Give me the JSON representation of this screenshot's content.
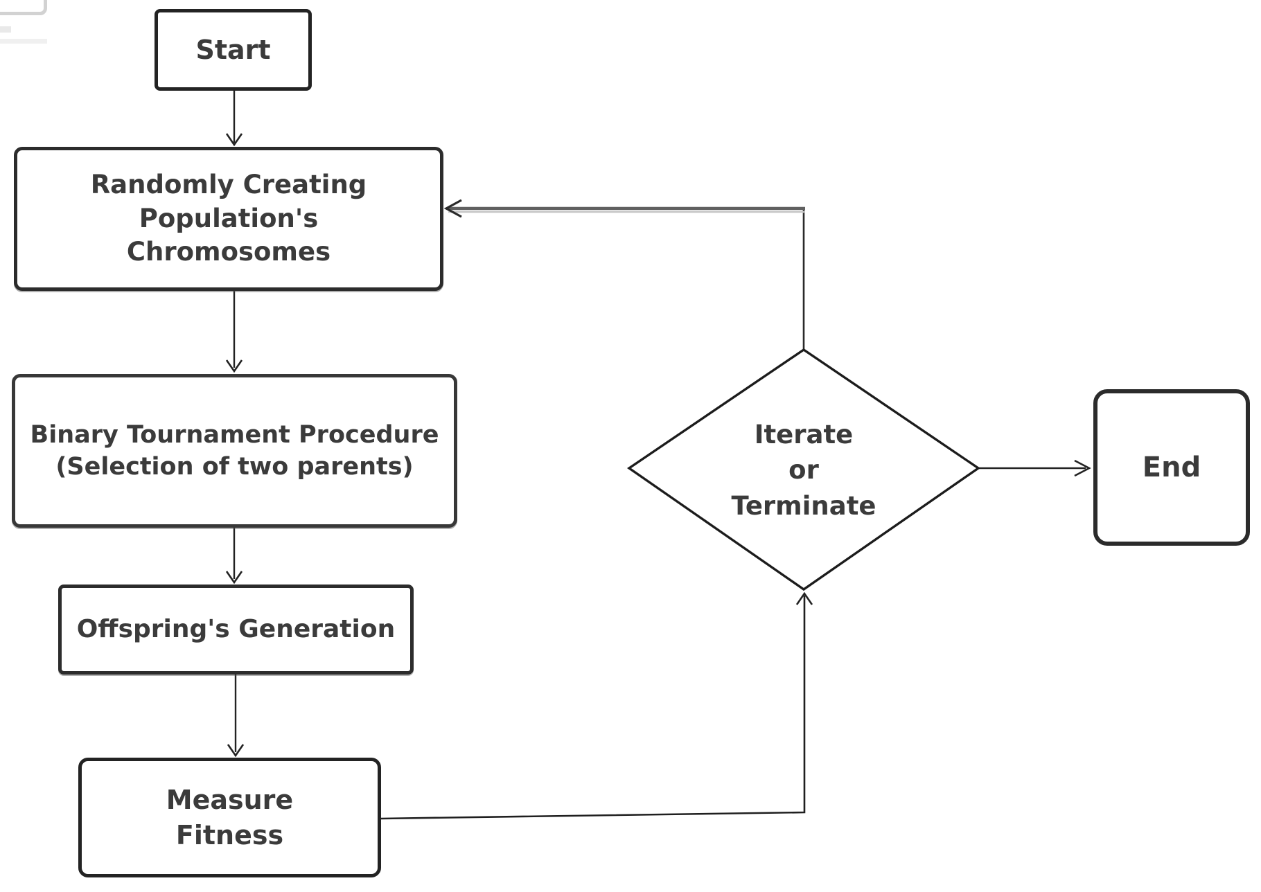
{
  "diagram": {
    "background": "#ffffff",
    "colors": {
      "node_border": "#2c2c2c",
      "node_fill": "#ffffff",
      "text": "#3b3b3b",
      "connector": "#222222",
      "loop_connector": "#606060"
    },
    "nodes": {
      "start": {
        "type": "terminator",
        "label": "Start"
      },
      "create_population": {
        "type": "process",
        "label": "Randomly Creating\nPopulation's\nChromosomes"
      },
      "binary_tournament": {
        "type": "process",
        "label": "Binary Tournament Procedure\n(Selection of two parents)"
      },
      "offspring_generation": {
        "type": "process",
        "label": "Offspring's Generation"
      },
      "measure_fitness": {
        "type": "process",
        "label": "Measure\nFitness"
      },
      "iterate_or_terminate": {
        "type": "decision",
        "label": "Iterate\nor\nTerminate"
      },
      "end": {
        "type": "terminator",
        "label": "End"
      }
    },
    "edges": [
      {
        "from": "start",
        "to": "create_population",
        "direction": "down"
      },
      {
        "from": "create_population",
        "to": "binary_tournament",
        "direction": "down"
      },
      {
        "from": "binary_tournament",
        "to": "offspring_generation",
        "direction": "down"
      },
      {
        "from": "offspring_generation",
        "to": "measure_fitness",
        "direction": "down"
      },
      {
        "from": "measure_fitness",
        "to": "iterate_or_terminate",
        "direction": "right-then-up"
      },
      {
        "from": "iterate_or_terminate",
        "to": "end",
        "branch": "terminate",
        "direction": "right"
      },
      {
        "from": "iterate_or_terminate",
        "to": "create_population",
        "branch": "iterate",
        "direction": "up-then-left"
      }
    ]
  }
}
